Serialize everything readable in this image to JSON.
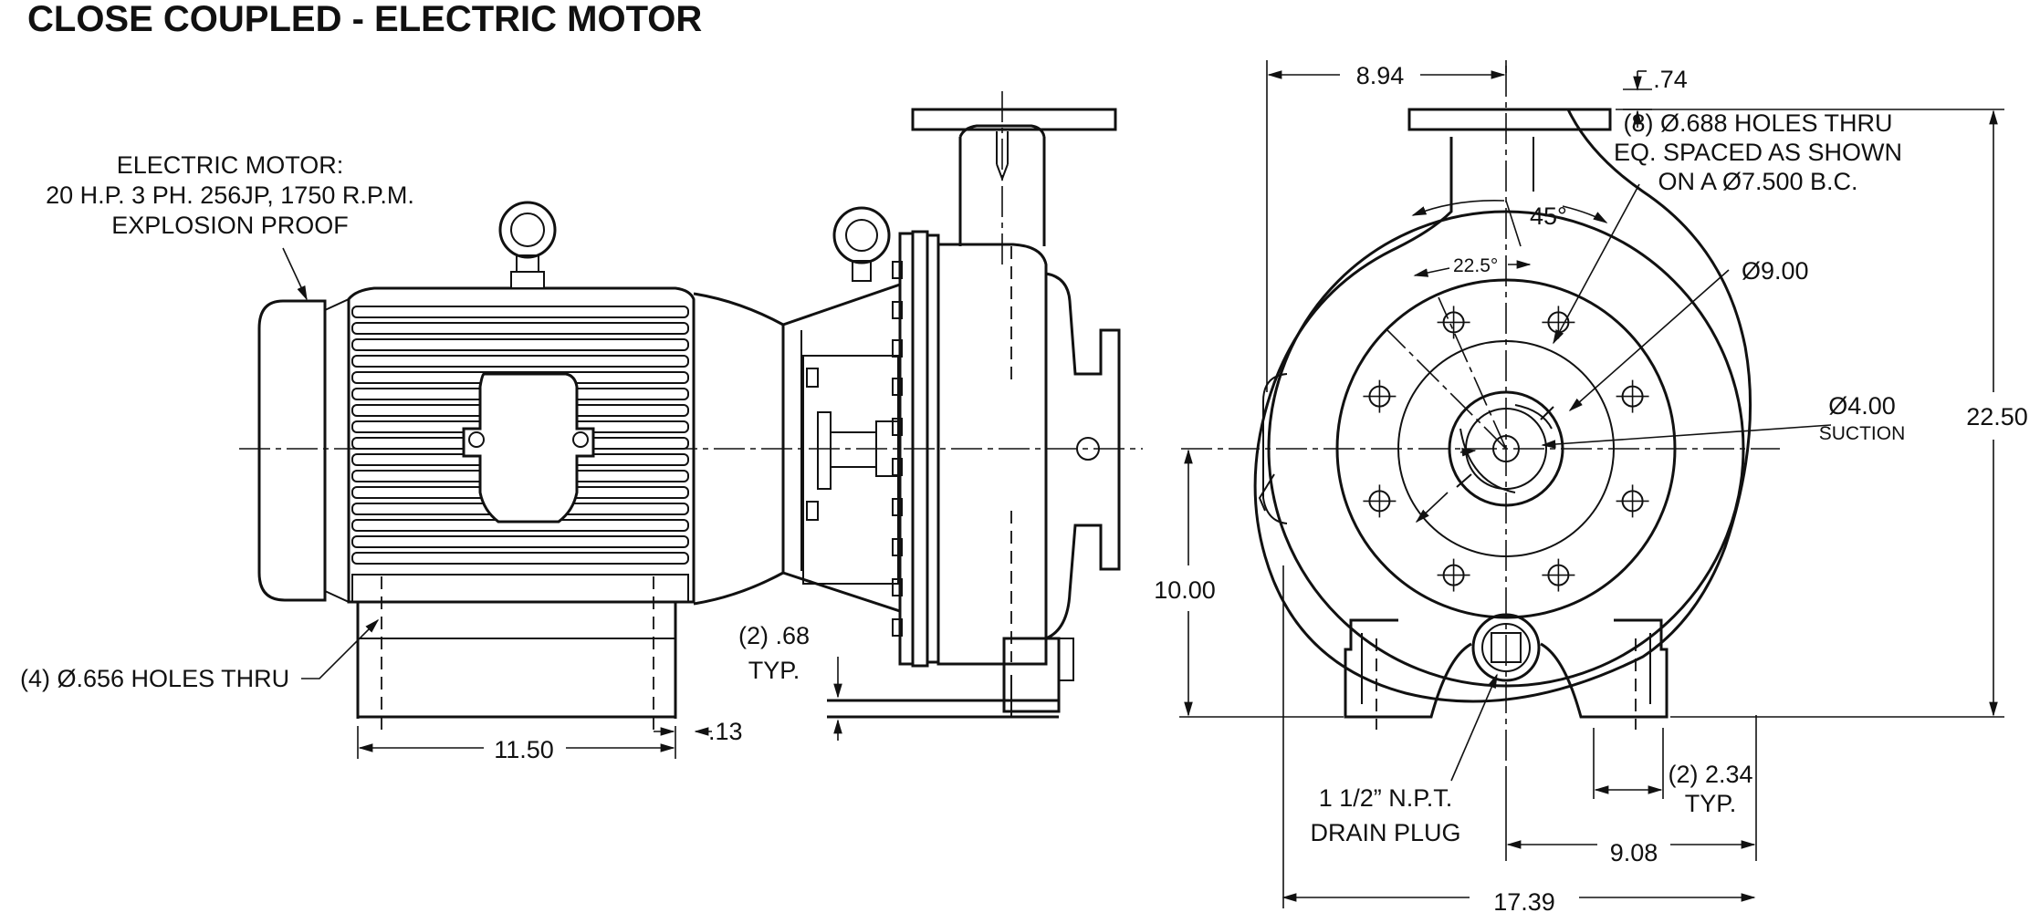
{
  "title": "CLOSE COUPLED - ELECTRIC MOTOR",
  "labels": {
    "motor_line1": "ELECTRIC MOTOR:",
    "motor_line2": "20 H.P. 3 PH. 256JP, 1750 R.P.M.",
    "motor_line3": "EXPLOSION PROOF",
    "mount_holes": "(4) Ø.656 HOLES THRU",
    "dim_11_50": "11.50",
    "dim_13": ".13",
    "dim_68_line1": "(2) .68",
    "dim_68_line2": "TYP.",
    "dim_8_94": "8.94",
    "dim_74": ".74",
    "flange_holes_line1": "(8) Ø.688 HOLES THRU",
    "flange_holes_line2": "EQ. SPACED AS SHOWN",
    "flange_holes_line3": "ON A Ø7.500 B.C.",
    "angle_45": "45°",
    "angle_22_5": "22.5°",
    "dia_9_00": "Ø9.00",
    "dia_4_00": "Ø4.00",
    "suction": "SUCTION",
    "dim_22_50": "22.50",
    "dim_10_00": "10.00",
    "drain_line1": "1 1/2” N.P.T.",
    "drain_line2": "DRAIN PLUG",
    "dim_2_34_line1": "(2) 2.34",
    "dim_2_34_line2": "TYP.",
    "dim_9_08": "9.08",
    "dim_17_39": "17.39"
  }
}
